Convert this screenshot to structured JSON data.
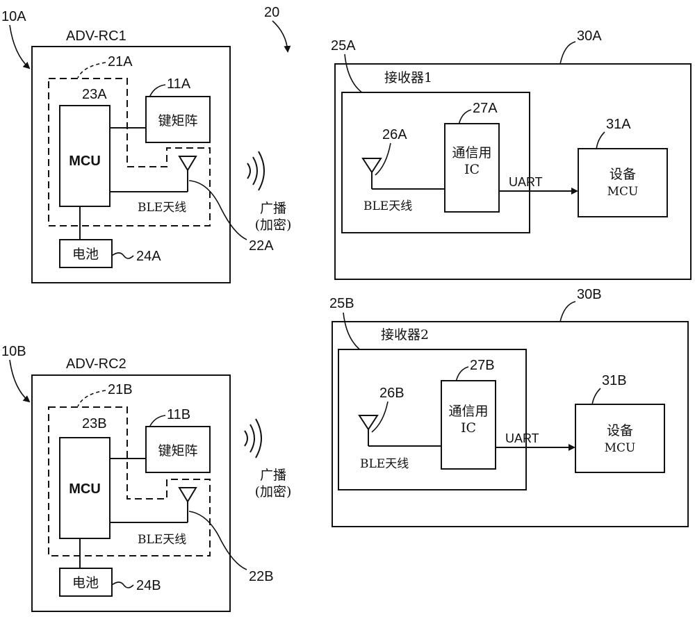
{
  "system": {
    "ref": "20"
  },
  "remote_a": {
    "ref": "10A",
    "title": "ADV-RC1",
    "module_ref": "21A",
    "mcu_ref": "23A",
    "mcu_label": "MCU",
    "keymatrix_ref": "11A",
    "keymatrix_label": "键矩阵",
    "antenna_label": "BLE天线",
    "antenna_ref": "22A",
    "battery_label": "电池",
    "battery_ref": "24A",
    "broadcast_line1": "广播",
    "broadcast_line2": "(加密)"
  },
  "remote_b": {
    "ref": "10B",
    "title": "ADV-RC2",
    "module_ref": "21B",
    "mcu_ref": "23B",
    "mcu_label": "MCU",
    "keymatrix_ref": "11B",
    "keymatrix_label": "键矩阵",
    "antenna_label": "BLE天线",
    "antenna_ref": "22B",
    "battery_label": "电池",
    "battery_ref": "24B",
    "broadcast_line1": "广播",
    "broadcast_line2": "(加密)"
  },
  "device_a": {
    "ref": "30A",
    "receiver_ref": "25A",
    "receiver_label": "接收器1",
    "antenna_ref": "26A",
    "antenna_label": "BLE天线",
    "ic_ref": "27A",
    "ic_line1": "通信用",
    "ic_line2": "IC",
    "link_label": "UART",
    "mcu_ref": "31A",
    "mcu_line1": "设备",
    "mcu_line2": "MCU"
  },
  "device_b": {
    "ref": "30B",
    "receiver_ref": "25B",
    "receiver_label": "接收器2",
    "antenna_ref": "26B",
    "antenna_label": "BLE天线",
    "ic_ref": "27B",
    "ic_line1": "通信用",
    "ic_line2": "IC",
    "link_label": "UART",
    "mcu_ref": "31B",
    "mcu_line1": "设备",
    "mcu_line2": "MCU"
  }
}
